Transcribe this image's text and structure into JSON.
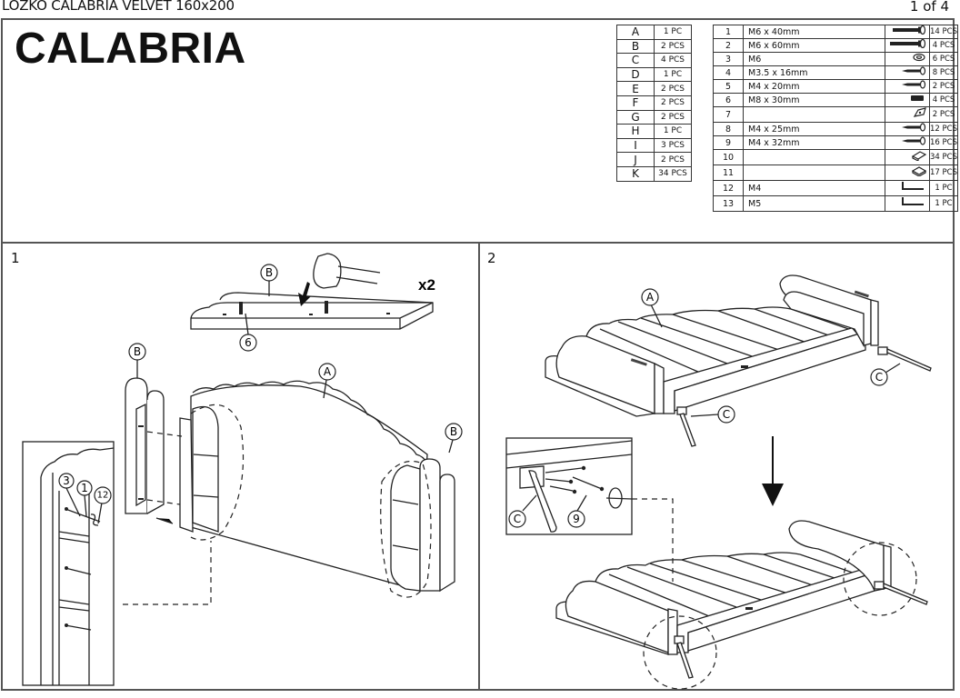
{
  "header": {
    "doc_title": "LOZKO CALABRIA VELVET 160x200",
    "page_indicator": "1 of 4",
    "brand": "CALABRIA"
  },
  "parts": [
    {
      "letter": "A",
      "qty": "1 PC"
    },
    {
      "letter": "B",
      "qty": "2 PCS"
    },
    {
      "letter": "C",
      "qty": "4 PCS"
    },
    {
      "letter": "D",
      "qty": "1 PC"
    },
    {
      "letter": "E",
      "qty": "2 PCS"
    },
    {
      "letter": "F",
      "qty": "2 PCS"
    },
    {
      "letter": "G",
      "qty": "2 PCS"
    },
    {
      "letter": "H",
      "qty": "1 PC"
    },
    {
      "letter": "I",
      "qty": "3 PCS"
    },
    {
      "letter": "J",
      "qty": "2 PCS"
    },
    {
      "letter": "K",
      "qty": "34 PCS"
    }
  ],
  "hardware": [
    {
      "no": "1",
      "spec": "M6 x 40mm",
      "icon": "bolt-icon",
      "qty": "14 PCS"
    },
    {
      "no": "2",
      "spec": "M6 x 60mm",
      "icon": "long-bolt-icon",
      "qty": "4 PCS"
    },
    {
      "no": "3",
      "spec": "M6",
      "icon": "washer-icon",
      "qty": "6 PCS"
    },
    {
      "no": "4",
      "spec": "M3.5 x 16mm",
      "icon": "screw-icon",
      "qty": "8 PCS"
    },
    {
      "no": "5",
      "spec": "M4 x 20mm",
      "icon": "screw-icon",
      "qty": "2 PCS"
    },
    {
      "no": "6",
      "spec": "M8 x 30mm",
      "icon": "dowel-icon",
      "qty": "4 PCS"
    },
    {
      "no": "7",
      "spec": "",
      "icon": "bracket-icon",
      "qty": "2 PCS"
    },
    {
      "no": "8",
      "spec": "M4 x 25mm",
      "icon": "screw-icon",
      "qty": "12 PCS"
    },
    {
      "no": "9",
      "spec": "M4 x 32mm",
      "icon": "screw-icon",
      "qty": "16 PCS"
    },
    {
      "no": "10",
      "spec": "",
      "icon": "pad-icon",
      "qty": "34 PCS"
    },
    {
      "no": "11",
      "spec": "",
      "icon": "square-pad-icon",
      "qty": "17 PCS"
    },
    {
      "no": "12",
      "spec": "M4",
      "icon": "allen-key-icon",
      "qty": "1 PC"
    },
    {
      "no": "13",
      "spec": "M5",
      "icon": "allen-key-icon",
      "qty": "1 PC"
    }
  ],
  "steps": [
    {
      "number": "1",
      "multiplier": "x2",
      "callouts": [
        "B",
        "6",
        "B",
        "A",
        "B",
        "3",
        "1",
        "12"
      ]
    },
    {
      "number": "2",
      "callouts": [
        "A",
        "C",
        "C",
        "C",
        "9"
      ]
    }
  ]
}
